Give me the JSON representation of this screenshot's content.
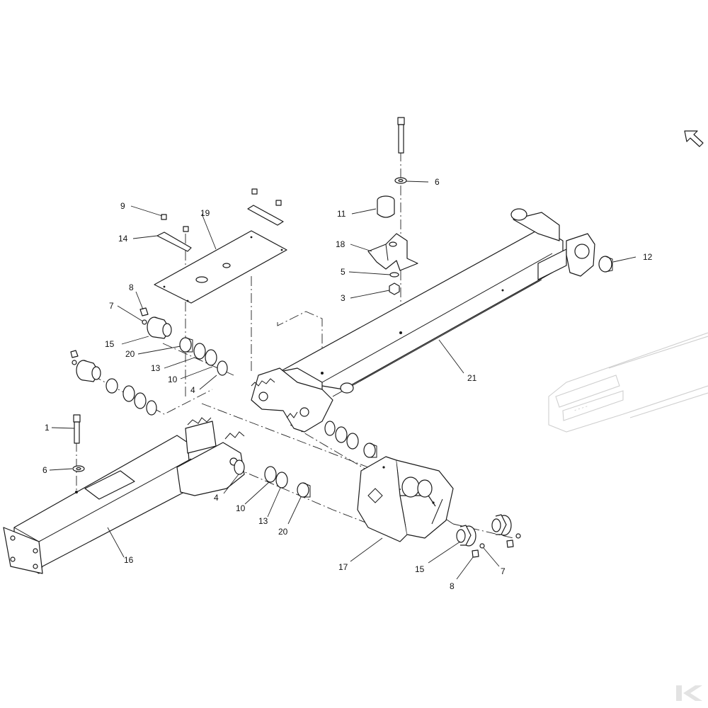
{
  "callouts": [
    {
      "id": "c-9",
      "label": "9"
    },
    {
      "id": "c-14",
      "label": "14"
    },
    {
      "id": "c-19",
      "label": "19"
    },
    {
      "id": "c-8a",
      "label": "8"
    },
    {
      "id": "c-7a",
      "label": "7"
    },
    {
      "id": "c-15a",
      "label": "15"
    },
    {
      "id": "c-20a",
      "label": "20"
    },
    {
      "id": "c-13a",
      "label": "13"
    },
    {
      "id": "c-10a",
      "label": "10"
    },
    {
      "id": "c-4a",
      "label": "4"
    },
    {
      "id": "c-1",
      "label": "1"
    },
    {
      "id": "c-6a",
      "label": "6"
    },
    {
      "id": "c-16",
      "label": "16"
    },
    {
      "id": "c-6b",
      "label": "6"
    },
    {
      "id": "c-11",
      "label": "11"
    },
    {
      "id": "c-18",
      "label": "18"
    },
    {
      "id": "c-5",
      "label": "5"
    },
    {
      "id": "c-3",
      "label": "3"
    },
    {
      "id": "c-12",
      "label": "12"
    },
    {
      "id": "c-21",
      "label": "21"
    },
    {
      "id": "c-4b",
      "label": "4"
    },
    {
      "id": "c-10b",
      "label": "10"
    },
    {
      "id": "c-13b",
      "label": "13"
    },
    {
      "id": "c-20b",
      "label": "20"
    },
    {
      "id": "c-17",
      "label": "17"
    },
    {
      "id": "c-15b",
      "label": "15"
    },
    {
      "id": "c-8b",
      "label": "8"
    },
    {
      "id": "c-7b",
      "label": "7"
    }
  ],
  "icons": {
    "orientation": "arrow-icon",
    "brand_mark": "brand-logo-icon"
  },
  "colors": {
    "line": "#1a1a1a",
    "background": "#ffffff",
    "ghost": "#cfcfcf"
  }
}
